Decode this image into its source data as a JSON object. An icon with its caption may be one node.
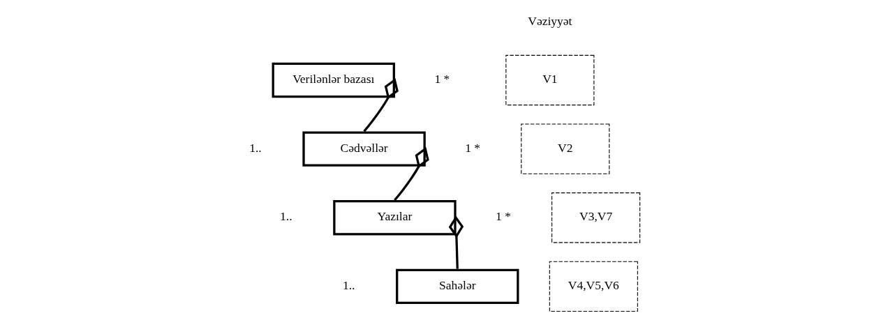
{
  "diagram": {
    "nodes": [
      {
        "text": [
          "Verilənlər bazası"
        ]
      },
      {
        "text": [
          "Cədvəllər"
        ]
      },
      {
        "text": [
          "Yazılar"
        ]
      },
      {
        "text": [
          "Sahələr"
        ]
      },
      {
        "text": [
          "V1"
        ]
      },
      {
        "text": [
          "V2"
        ]
      },
      {
        "text": [
          "V3,V7"
        ]
      },
      {
        "text": [
          "V4,V5,V6"
        ]
      }
    ],
    "edges": [
      {
        "from": 0,
        "to": 1,
        "arrow": "other"
      },
      {
        "from": 1,
        "to": 2,
        "arrow": "other"
      },
      {
        "from": 2,
        "to": 3,
        "arrow": "other"
      }
    ],
    "labels": [
      "Vəziyyət",
      "1 *",
      "1..",
      "1 *",
      "1..",
      "1 *",
      "1.."
    ]
  }
}
